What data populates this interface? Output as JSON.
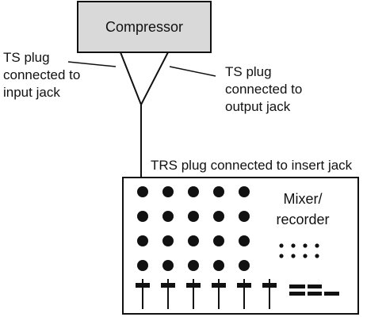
{
  "compressor": {
    "label": "Compressor"
  },
  "labels": {
    "ts_input": "TS plug\nconnected to\ninput jack",
    "ts_output": "TS plug\nconnected to\noutput jack",
    "trs": "TRS plug connected to insert jack"
  },
  "mixer": {
    "label": "Mixer/\nrecorder",
    "knob_grid": {
      "rows": 4,
      "cols": 5
    },
    "small_dot_grid": {
      "rows": 2,
      "cols": 4
    },
    "fader_count": 6
  },
  "colors": {
    "compressor_fill": "#d9d9d9",
    "stroke": "#111111"
  }
}
